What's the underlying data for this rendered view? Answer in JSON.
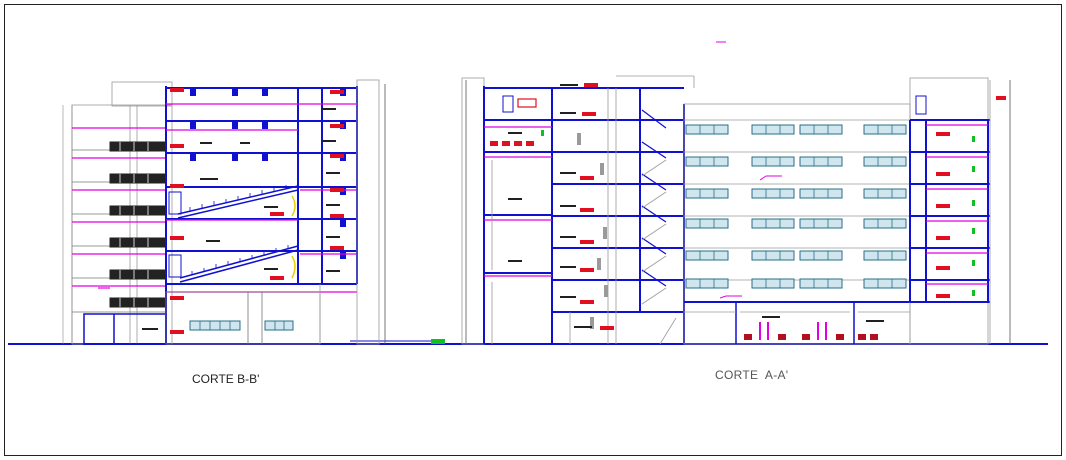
{
  "drawing": {
    "sections": [
      {
        "id": "b",
        "title": "CORTE B-B'"
      },
      {
        "id": "a",
        "title": "CORTE  A-A'"
      }
    ]
  },
  "colors": {
    "structure": "#1010d0",
    "accent": "#e000e0",
    "label": "#e01020",
    "text_block": "#202020",
    "window": "#2a6f8a",
    "window_fill": "#cfe6ee",
    "light_line": "#9a9a9a",
    "frame": "#222222",
    "green": "#10c020"
  }
}
